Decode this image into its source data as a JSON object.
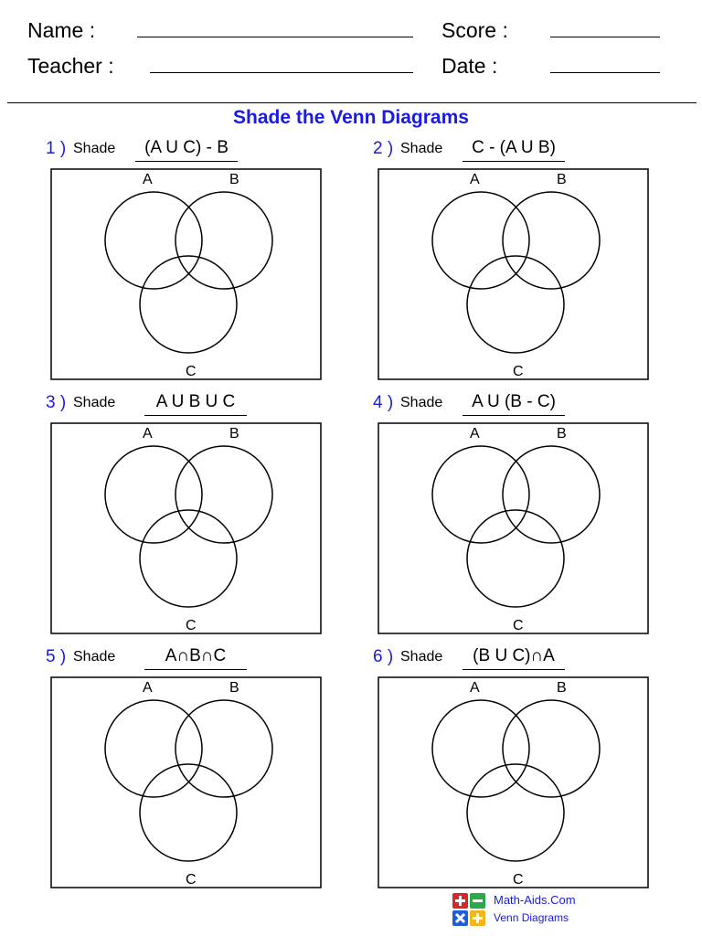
{
  "header": {
    "name_label": "Name :",
    "score_label": "Score :",
    "teacher_label": "Teacher :",
    "date_label": "Date :"
  },
  "title": "Shade the Venn Diagrams",
  "problems": [
    {
      "number": "1 )",
      "word": "Shade",
      "expression": "(A U C) - B",
      "sets": [
        "A",
        "B",
        "C"
      ]
    },
    {
      "number": "2 )",
      "word": "Shade",
      "expression": "C - (A U B)",
      "sets": [
        "A",
        "B",
        "C"
      ]
    },
    {
      "number": "3 )",
      "word": "Shade",
      "expression": "A U B U C",
      "sets": [
        "A",
        "B",
        "C"
      ]
    },
    {
      "number": "4 )",
      "word": "Shade",
      "expression": "A U (B - C)",
      "sets": [
        "A",
        "B",
        "C"
      ]
    },
    {
      "number": "5 )",
      "word": "Shade",
      "expression": "A∩B∩C",
      "sets": [
        "A",
        "B",
        "C"
      ]
    },
    {
      "number": "6 )",
      "word": "Shade",
      "expression": "(B U C)∩A",
      "sets": [
        "A",
        "B",
        "C"
      ]
    }
  ],
  "footer": {
    "site": "Math-Aids.Com",
    "subtitle": "Venn Diagrams"
  },
  "colors": {
    "accent_blue": "#1a1ae6",
    "logo_red": "#d9262b",
    "logo_green": "#2ea84a",
    "logo_blue": "#1f5fd6",
    "logo_yellow": "#f2b51b"
  }
}
